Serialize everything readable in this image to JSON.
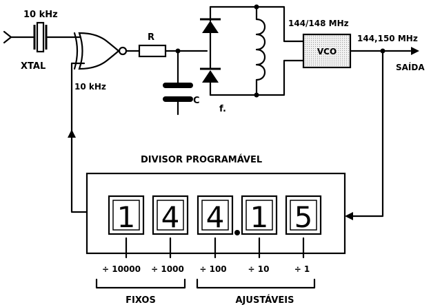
{
  "labels": {
    "xtal_freq": "10 kHz",
    "xtal": "XTAL",
    "resistor": "R",
    "capacitor": "C",
    "vco_range": "144/148 MHz",
    "output_freq": "144,150 MHz",
    "vco": "VCO",
    "output": "SAÍDA",
    "feedback_freq": "10 kHz",
    "f": "f.",
    "divider_title": "DIVISOR   PROGRAMÁVEL",
    "fixed_group": "FIXOS",
    "adjustable_group": "AJUSTÁVEIS"
  },
  "digits": [
    {
      "value": "1",
      "divisor": "÷ 10000"
    },
    {
      "value": "4",
      "divisor": "÷ 1000"
    },
    {
      "value": "4",
      "divisor": "÷ 100"
    },
    {
      "value": "1",
      "divisor": "÷ 10"
    },
    {
      "value": "5",
      "divisor": "÷ 1"
    }
  ]
}
